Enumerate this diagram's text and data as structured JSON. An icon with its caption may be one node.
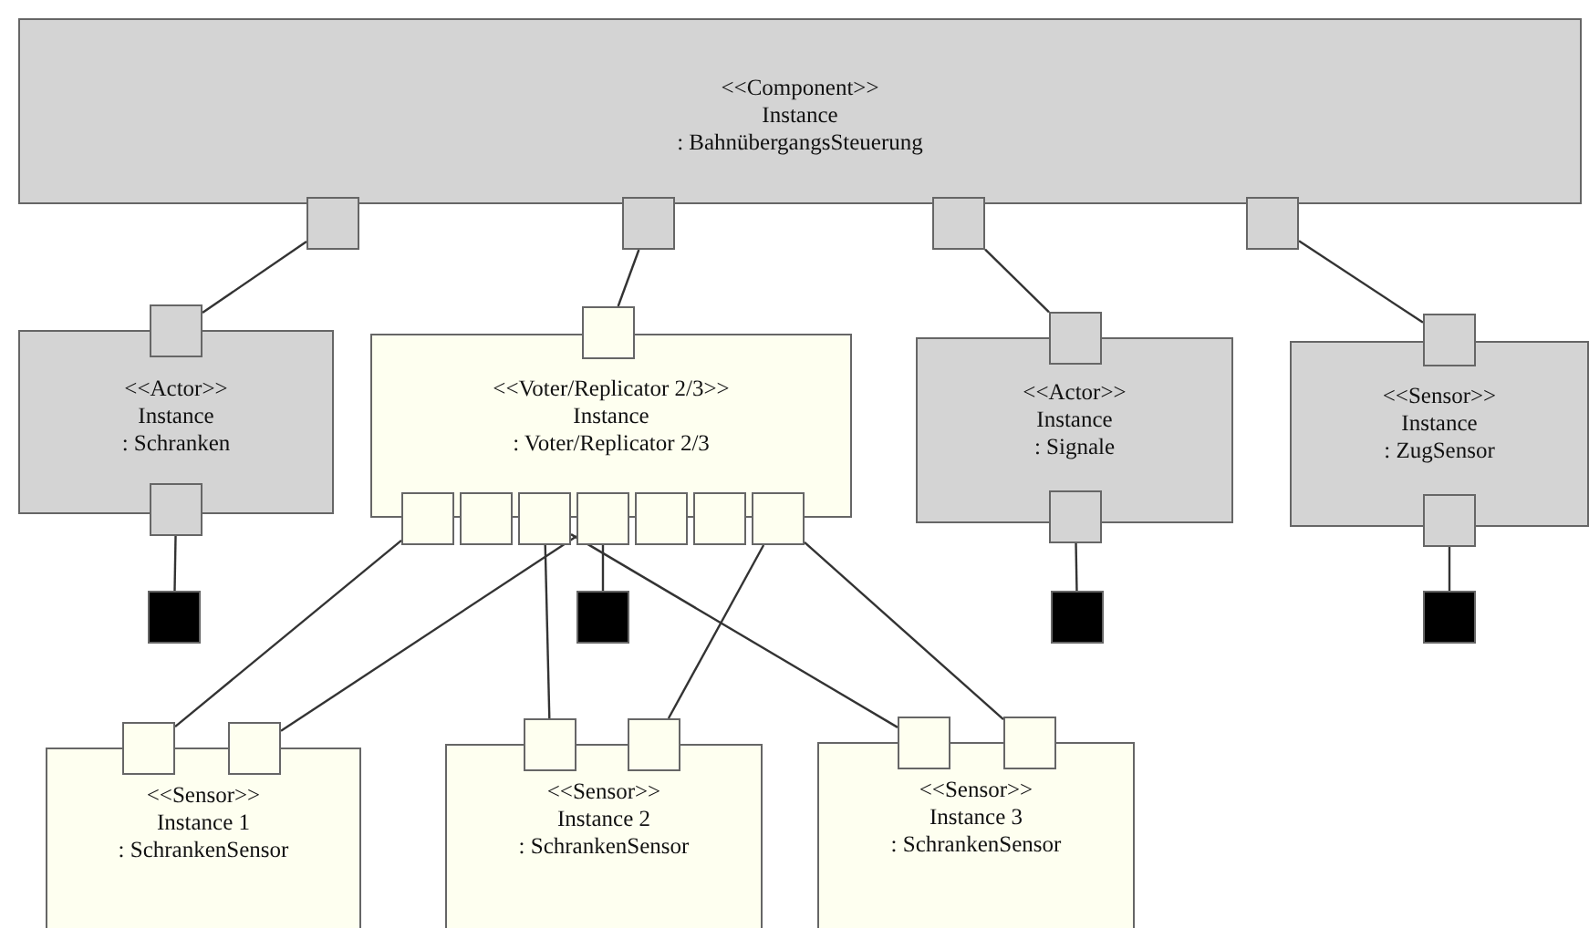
{
  "diagram": {
    "nodes": [
      {
        "text": [
          "<<Component>>",
          "Instance",
          ": BahnübergangsSteuerung"
        ]
      },
      {
        "text": [],
        "shape": "box"
      },
      {
        "text": [],
        "shape": "box"
      },
      {
        "text": [],
        "shape": "box"
      },
      {
        "text": [],
        "shape": "box"
      },
      {
        "text": [
          "<<Actor>>",
          "Instance",
          ": Schranken"
        ]
      },
      {
        "text": [],
        "shape": "box"
      },
      {
        "text": [],
        "shape": "box"
      },
      {
        "text": [
          "<<Voter/Replicator 2/3>>",
          "Instance",
          ": Voter/Replicator 2/3"
        ]
      },
      {
        "text": [],
        "shape": "box"
      },
      {
        "text": [],
        "shape": "box"
      },
      {
        "text": [],
        "shape": "box"
      },
      {
        "text": [],
        "shape": "box"
      },
      {
        "text": [],
        "shape": "box"
      },
      {
        "text": [],
        "shape": "box"
      },
      {
        "text": [],
        "shape": "box"
      },
      {
        "text": [],
        "shape": "box"
      },
      {
        "text": [
          "<<Actor>>",
          "Instance",
          ": Signale"
        ]
      },
      {
        "text": [],
        "shape": "box"
      },
      {
        "text": [],
        "shape": "box"
      },
      {
        "text": [
          "<<Sensor>>",
          "Instance",
          ": ZugSensor"
        ]
      },
      {
        "text": [],
        "shape": "box"
      },
      {
        "text": [],
        "shape": "box"
      },
      {
        "text": [],
        "shape": "box"
      },
      {
        "text": [],
        "shape": "box"
      },
      {
        "text": [],
        "shape": "box"
      },
      {
        "text": [],
        "shape": "box"
      },
      {
        "text": [
          "<<Sensor>>",
          "Instance 1",
          ": SchrankenSensor"
        ]
      },
      {
        "text": [],
        "shape": "box"
      },
      {
        "text": [],
        "shape": "box"
      },
      {
        "text": [
          "<<Sensor>>",
          "Instance 2",
          ": SchrankenSensor"
        ]
      },
      {
        "text": [],
        "shape": "box"
      },
      {
        "text": [],
        "shape": "box"
      },
      {
        "text": [
          "<<Sensor>>",
          "Instance 3",
          ": SchrankenSensor"
        ]
      },
      {
        "text": [],
        "shape": "box"
      },
      {
        "text": [],
        "shape": "box"
      }
    ],
    "edges": [
      {
        "from": 1,
        "to": 6,
        "arrow": "none"
      },
      {
        "from": 2,
        "to": 9,
        "arrow": "none"
      },
      {
        "from": 3,
        "to": 18,
        "arrow": "none"
      },
      {
        "from": 4,
        "to": 21,
        "arrow": "none"
      },
      {
        "from": 7,
        "to": 23,
        "arrow": "none"
      },
      {
        "from": 13,
        "to": 24,
        "arrow": "none"
      },
      {
        "from": 19,
        "to": 25,
        "arrow": "none"
      },
      {
        "from": 22,
        "to": 26,
        "arrow": "none"
      },
      {
        "from": 10,
        "to": 28,
        "arrow": "none"
      },
      {
        "from": 13,
        "to": 29,
        "arrow": "none"
      },
      {
        "from": 12,
        "to": 31,
        "arrow": "none"
      },
      {
        "from": 12,
        "to": 34,
        "arrow": "none"
      },
      {
        "from": 16,
        "to": 32,
        "arrow": "none"
      },
      {
        "from": 16,
        "to": 35,
        "arrow": "none"
      }
    ]
  }
}
